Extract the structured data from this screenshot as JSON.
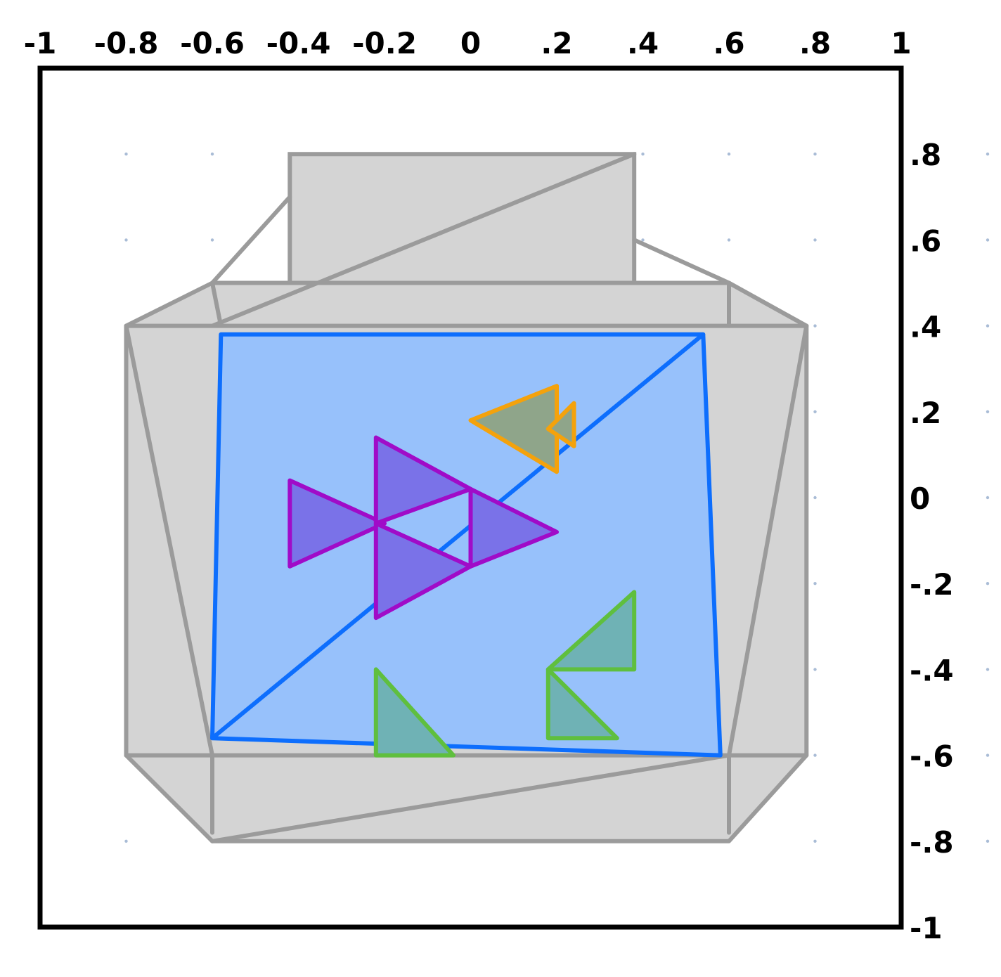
{
  "colors": {
    "frame": "#000000",
    "gray_stroke": "#9b9b9b",
    "gray_fill": "#d4d4d4",
    "blue_stroke": "#0d6efd",
    "blue_fill": "#97c1fb",
    "purple_stroke": "#a00bc8",
    "purple_fill": "#7a72e8",
    "orange_stroke": "#f4a20c",
    "orange_fill": "#8fa58a",
    "green_stroke": "#5fbf3e",
    "green_fill": "#6fb2b5",
    "grid_dot": "#a9bcd6"
  },
  "axes": {
    "x_ticks": [
      "-1",
      "-0.8",
      "-0.6",
      "-0.4",
      "-0.2",
      "0",
      ".2",
      ".4",
      ".6",
      ".8",
      "1"
    ],
    "y_ticks": [
      ".8",
      ".6",
      ".4",
      ".2",
      "0",
      "-.2",
      "-.4",
      "-.6",
      "-.8",
      "-1"
    ],
    "xlim": [
      -1,
      1
    ],
    "ylim": [
      -1,
      1
    ],
    "grid": "dots"
  },
  "drawing": {
    "jar_lid": [
      [
        -0.42,
        0.8
      ],
      [
        0.38,
        0.8
      ],
      [
        0.38,
        0.5
      ],
      [
        -0.42,
        0.5
      ]
    ],
    "jar_shoulder": [
      [
        -0.8,
        0.4
      ],
      [
        -0.6,
        0.5
      ],
      [
        0.6,
        0.5
      ],
      [
        0.78,
        0.4
      ],
      [
        0.78,
        -0.6
      ],
      [
        0.6,
        -0.8
      ],
      [
        -0.6,
        -0.8
      ],
      [
        -0.8,
        -0.6
      ]
    ],
    "jar_lines": [
      [
        [
          -0.42,
          0.7
        ],
        [
          -0.6,
          0.5
        ]
      ],
      [
        [
          -0.6,
          0.5
        ],
        [
          -0.58,
          0.4
        ]
      ],
      [
        [
          0.38,
          0.6
        ],
        [
          0.6,
          0.5
        ]
      ],
      [
        [
          0.6,
          0.5
        ],
        [
          0.78,
          0.4
        ]
      ],
      [
        [
          0.6,
          0.5
        ],
        [
          0.6,
          0.4
        ]
      ],
      [
        [
          -0.6,
          0.4
        ],
        [
          0.38,
          0.8
        ]
      ],
      [
        [
          -0.8,
          0.4
        ],
        [
          -0.6,
          -0.6
        ]
      ],
      [
        [
          0.78,
          0.4
        ],
        [
          0.6,
          -0.6
        ]
      ],
      [
        [
          -0.6,
          -0.6
        ],
        [
          -0.6,
          -0.78
        ]
      ],
      [
        [
          0.6,
          -0.6
        ],
        [
          0.6,
          -0.78
        ]
      ],
      [
        [
          -0.6,
          -0.8
        ],
        [
          0.6,
          -0.6
        ]
      ],
      [
        [
          -0.8,
          0.4
        ],
        [
          0.78,
          0.4
        ]
      ],
      [
        [
          -0.8,
          -0.6
        ],
        [
          0.78,
          -0.6
        ]
      ]
    ],
    "water": [
      [
        -0.58,
        0.38
      ],
      [
        0.54,
        0.38
      ],
      [
        0.58,
        -0.6
      ],
      [
        -0.6,
        -0.56
      ]
    ],
    "water_diagonal": [
      [
        -0.6,
        -0.56
      ],
      [
        0.54,
        0.38
      ]
    ],
    "purple_fish": [
      [
        [
          -0.42,
          0.04
        ],
        [
          -0.2,
          -0.06
        ],
        [
          -0.42,
          -0.16
        ]
      ],
      [
        [
          -0.22,
          0.14
        ],
        [
          0.0,
          0.02
        ],
        [
          -0.22,
          -0.06
        ]
      ],
      [
        [
          -0.22,
          -0.06
        ],
        [
          0.0,
          -0.16
        ],
        [
          -0.22,
          -0.28
        ]
      ],
      [
        [
          0.0,
          0.02
        ],
        [
          0.2,
          -0.08
        ],
        [
          0.0,
          -0.16
        ]
      ]
    ],
    "orange_fish": [
      [
        [
          0.2,
          0.26
        ],
        [
          0.2,
          0.06
        ],
        [
          0.0,
          0.18
        ]
      ],
      [
        [
          0.24,
          0.22
        ],
        [
          0.24,
          0.12
        ],
        [
          0.18,
          0.16
        ]
      ]
    ],
    "green_plants": [
      [
        [
          -0.22,
          -0.4
        ],
        [
          -0.22,
          -0.6
        ],
        [
          -0.04,
          -0.6
        ]
      ],
      [
        [
          0.38,
          -0.22
        ],
        [
          0.38,
          -0.4
        ],
        [
          0.18,
          -0.4
        ]
      ],
      [
        [
          0.18,
          -0.4
        ],
        [
          0.18,
          -0.56
        ],
        [
          0.34,
          -0.56
        ]
      ]
    ]
  }
}
